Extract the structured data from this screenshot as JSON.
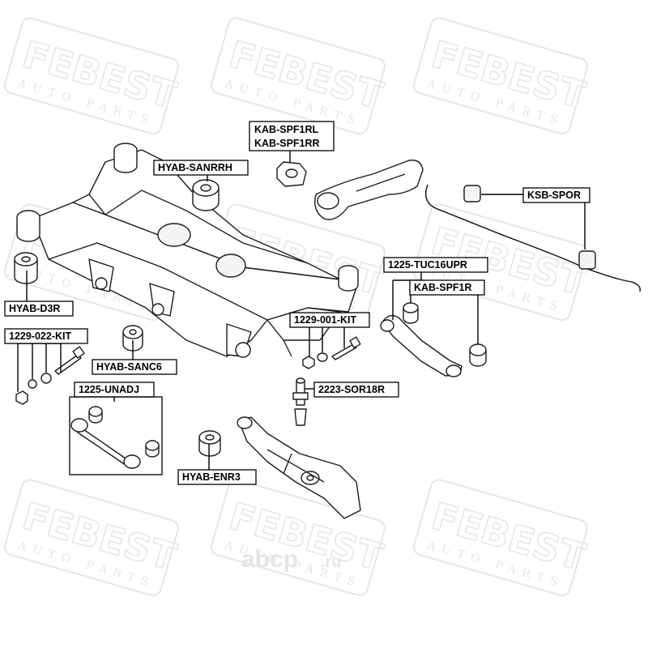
{
  "watermark": {
    "brand": "FEBEST",
    "tagline": "AUTO PARTS",
    "site": "abcp",
    "site_tld": ".ru"
  },
  "parts": {
    "kab_spf1rl": "KAB-SPF1RL",
    "kab_spf1rr": "KAB-SPF1RR",
    "hyab_sanrrh": "HYAB-SANRRH",
    "ksb_spor": "KSB-SPOR",
    "tuc16upr": "1225-TUC16UPR",
    "kab_spf1r": "KAB-SPF1R",
    "hyab_d3r": "HYAB-D3R",
    "kit_001": "1229-001-KIT",
    "kit_022": "1229-022-KIT",
    "hyab_sanc6": "HYAB-SANC6",
    "sor18r": "2223-SOR18R",
    "unadj": "1225-UNADJ",
    "hyab_enr3": "HYAB-ENR3"
  }
}
